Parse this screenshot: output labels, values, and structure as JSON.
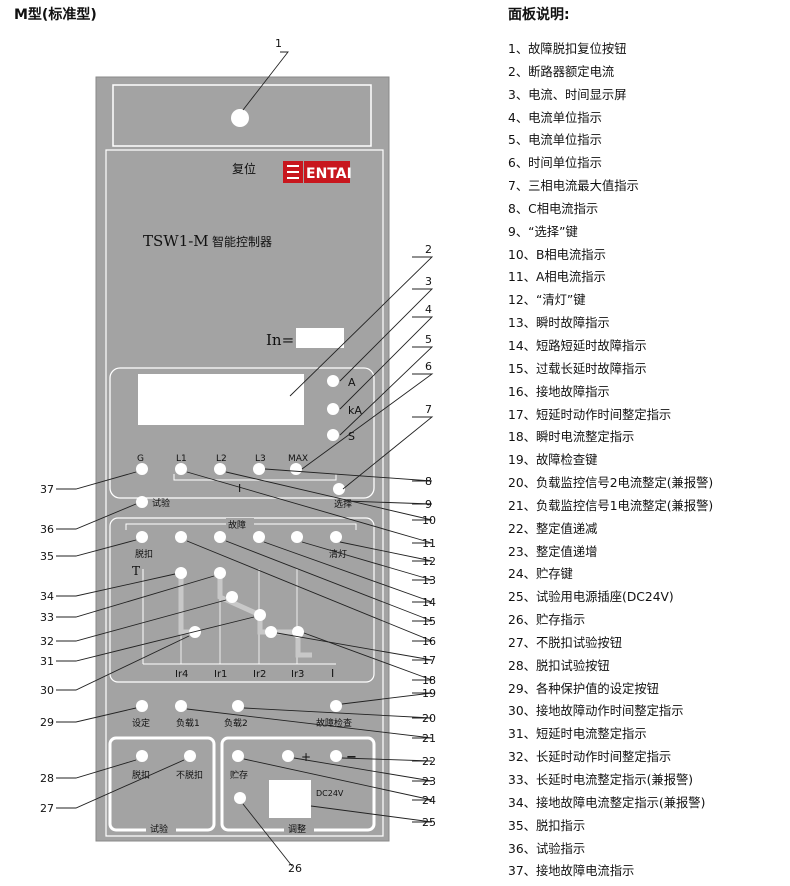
{
  "page": {
    "title": "M型(标准型)",
    "legend_title": "面板说明:"
  },
  "panel": {
    "reset_label": "复位",
    "brand": "ENTAI",
    "model_latin": "TSW1-M",
    "model_cn": "智能控制器",
    "in_label": "In=",
    "unit_a": "A",
    "unit_ka": "kA",
    "unit_s": "S",
    "ind_g": "G",
    "ind_l1": "L1",
    "ind_l2": "L2",
    "ind_l3": "L3",
    "ind_max": "MAX",
    "bracket_i": "I",
    "test_label": "试验",
    "select_label": "选择",
    "fault_group": "故障",
    "trip_label": "脱扣",
    "clear_label": "清灯",
    "t_label": "T",
    "ir4": "Ir4",
    "ir1": "Ir1",
    "ir2": "Ir2",
    "ir3": "Ir3",
    "axis_i": "I",
    "set_label": "设定",
    "load1_label": "负载1",
    "load2_label": "负载2",
    "fault_check_label": "故障检查",
    "trip_test_label": "脱扣",
    "no_trip_label": "不脱扣",
    "test_group": "试验",
    "store_label": "贮存",
    "plus_label": "+",
    "minus_label": "−",
    "dc24v_label": "DC24V",
    "adjust_group": "调整"
  },
  "callouts": [
    "1",
    "2",
    "3",
    "4",
    "5",
    "6",
    "7",
    "8",
    "9",
    "10",
    "11",
    "12",
    "13",
    "14",
    "15",
    "16",
    "17",
    "18",
    "19",
    "20",
    "21",
    "22",
    "23",
    "24",
    "25",
    "26",
    "27",
    "28",
    "29",
    "30",
    "31",
    "32",
    "33",
    "34",
    "35",
    "36",
    "37"
  ],
  "legend": [
    "1、故障脱扣复位按钮",
    "2、断路器额定电流",
    "3、电流、时间显示屏",
    "4、电流单位指示",
    "5、电流单位指示",
    "6、时间单位指示",
    "7、三相电流最大值指示",
    "8、C相电流指示",
    "9、“选择”键",
    "10、B相电流指示",
    "11、A相电流指示",
    "12、“清灯”键",
    "13、瞬时故障指示",
    "14、短路短延时故障指示",
    "15、过载长延时故障指示",
    "16、接地故障指示",
    "17、短延时动作时间整定指示",
    "18、瞬时电流整定指示",
    "19、故障检查键",
    "20、负载监控信号2电流整定(兼报警)",
    "21、负载监控信号1电流整定(兼报警)",
    "22、整定值递减",
    "23、整定值递增",
    "24、贮存键",
    "25、试验用电源插座(DC24V)",
    "26、贮存指示",
    "27、不脱扣试验按钮",
    "28、脱扣试验按钮",
    "29、各种保护值的设定按钮",
    "30、接地故障动作时间整定指示",
    "31、短延时电流整定指示",
    "32、长延时动作时间整定指示",
    "33、长延时电流整定指示(兼报警)",
    "34、接地故障电流整定指示(兼报警)",
    "35、脱扣指示",
    "36、试验指示",
    "37、接地故障电流指示"
  ]
}
